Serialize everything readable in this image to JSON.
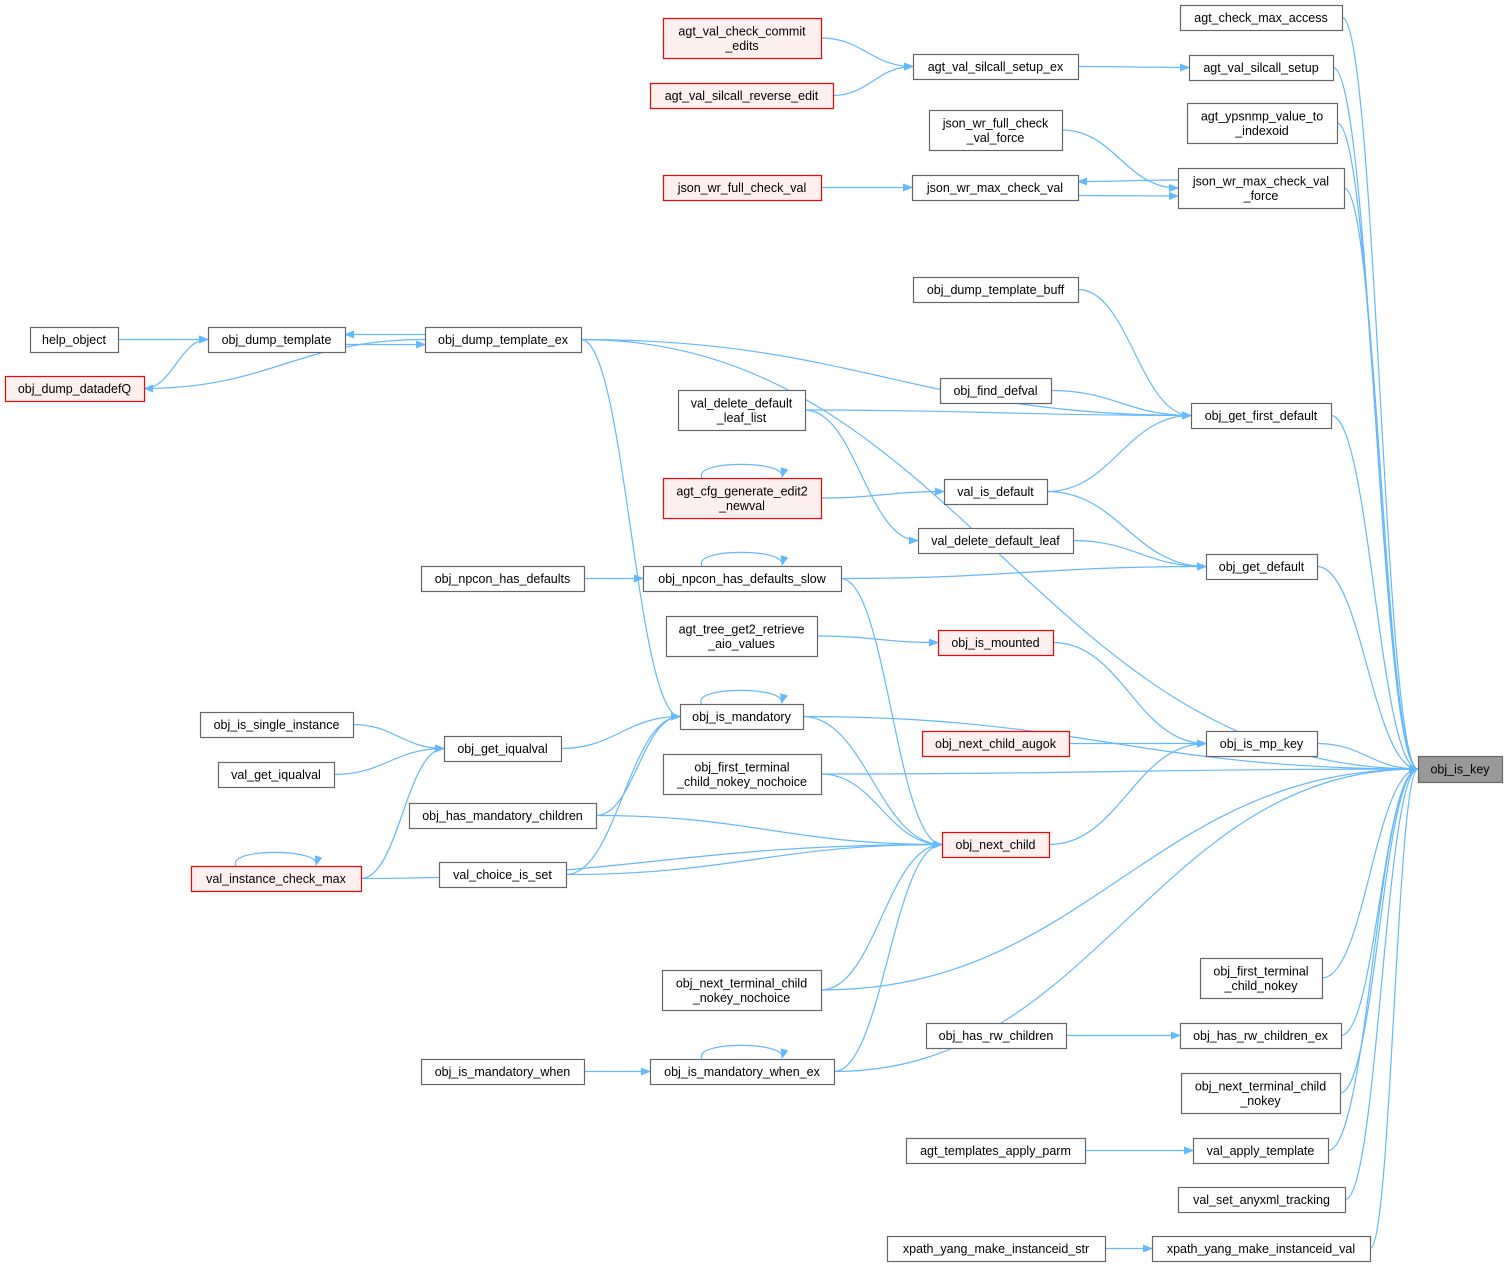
{
  "graph": {
    "root": "obj_is_key",
    "nodes": [
      {
        "id": "obj_is_key",
        "lines": [
          "obj_is_key"
        ],
        "kind": "root"
      },
      {
        "id": "agt_check_max_access",
        "lines": [
          "agt_check_max_access"
        ]
      },
      {
        "id": "agt_val_silcall_setup",
        "lines": [
          "agt_val_silcall_setup"
        ]
      },
      {
        "id": "agt_ypsnmp_value_to_indexoid",
        "lines": [
          "agt_ypsnmp_value_to",
          "_indexoid"
        ]
      },
      {
        "id": "json_wr_max_check_val_force",
        "lines": [
          "json_wr_max_check_val",
          "_force"
        ]
      },
      {
        "id": "agt_val_silcall_setup_ex",
        "lines": [
          "agt_val_silcall_setup_ex"
        ]
      },
      {
        "id": "agt_val_check_commit_edits",
        "lines": [
          "agt_val_check_commit",
          "_edits"
        ],
        "kind": "red"
      },
      {
        "id": "agt_val_silcall_reverse_edit",
        "lines": [
          "agt_val_silcall_reverse_edit"
        ],
        "kind": "red"
      },
      {
        "id": "json_wr_full_check_val_force",
        "lines": [
          "json_wr_full_check",
          "_val_force"
        ]
      },
      {
        "id": "json_wr_max_check_val",
        "lines": [
          "json_wr_max_check_val"
        ]
      },
      {
        "id": "json_wr_full_check_val",
        "lines": [
          "json_wr_full_check_val"
        ],
        "kind": "red"
      },
      {
        "id": "obj_dump_template_buff",
        "lines": [
          "obj_dump_template_buff"
        ]
      },
      {
        "id": "obj_dump_template_ex",
        "lines": [
          "obj_dump_template_ex"
        ]
      },
      {
        "id": "obj_dump_template",
        "lines": [
          "obj_dump_template"
        ]
      },
      {
        "id": "help_object",
        "lines": [
          "help_object"
        ]
      },
      {
        "id": "obj_dump_datadefQ",
        "lines": [
          "obj_dump_datadefQ"
        ],
        "kind": "red"
      },
      {
        "id": "obj_find_defval",
        "lines": [
          "obj_find_defval"
        ]
      },
      {
        "id": "val_delete_default_leaf_list",
        "lines": [
          "val_delete_default",
          "_leaf_list"
        ]
      },
      {
        "id": "obj_get_first_default",
        "lines": [
          "obj_get_first_default"
        ]
      },
      {
        "id": "agt_cfg_generate_edit2_newval",
        "lines": [
          "agt_cfg_generate_edit2",
          "_newval"
        ],
        "kind": "red"
      },
      {
        "id": "val_is_default",
        "lines": [
          "val_is_default"
        ]
      },
      {
        "id": "val_delete_default_leaf",
        "lines": [
          "val_delete_default_leaf"
        ]
      },
      {
        "id": "obj_get_default",
        "lines": [
          "obj_get_default"
        ]
      },
      {
        "id": "obj_npcon_has_defaults",
        "lines": [
          "obj_npcon_has_defaults"
        ]
      },
      {
        "id": "obj_npcon_has_defaults_slow",
        "lines": [
          "obj_npcon_has_defaults_slow"
        ]
      },
      {
        "id": "agt_tree_get2_retrieve_aio_values",
        "lines": [
          "agt_tree_get2_retrieve",
          "_aio_values"
        ]
      },
      {
        "id": "obj_is_mounted",
        "lines": [
          "obj_is_mounted"
        ],
        "kind": "red"
      },
      {
        "id": "obj_is_mandatory",
        "lines": [
          "obj_is_mandatory"
        ]
      },
      {
        "id": "obj_is_single_instance",
        "lines": [
          "obj_is_single_instance"
        ]
      },
      {
        "id": "obj_get_iqualval",
        "lines": [
          "obj_get_iqualval"
        ]
      },
      {
        "id": "val_get_iqualval",
        "lines": [
          "val_get_iqualval"
        ]
      },
      {
        "id": "obj_next_child_augok",
        "lines": [
          "obj_next_child_augok"
        ],
        "kind": "red"
      },
      {
        "id": "obj_is_mp_key",
        "lines": [
          "obj_is_mp_key"
        ]
      },
      {
        "id": "obj_first_terminal_child_nokey_nochoice",
        "lines": [
          "obj_first_terminal",
          "_child_nokey_nochoice"
        ]
      },
      {
        "id": "obj_has_mandatory_children",
        "lines": [
          "obj_has_mandatory_children"
        ]
      },
      {
        "id": "obj_next_child",
        "lines": [
          "obj_next_child"
        ],
        "kind": "red"
      },
      {
        "id": "val_choice_is_set",
        "lines": [
          "val_choice_is_set"
        ]
      },
      {
        "id": "val_instance_check_max",
        "lines": [
          "val_instance_check_max"
        ],
        "kind": "red"
      },
      {
        "id": "obj_first_terminal_child_nokey",
        "lines": [
          "obj_first_terminal",
          "_child_nokey"
        ]
      },
      {
        "id": "obj_next_terminal_child_nokey_nochoice",
        "lines": [
          "obj_next_terminal_child",
          "_nokey_nochoice"
        ]
      },
      {
        "id": "obj_has_rw_children",
        "lines": [
          "obj_has_rw_children"
        ]
      },
      {
        "id": "obj_has_rw_children_ex",
        "lines": [
          "obj_has_rw_children_ex"
        ]
      },
      {
        "id": "obj_is_mandatory_when",
        "lines": [
          "obj_is_mandatory_when"
        ]
      },
      {
        "id": "obj_is_mandatory_when_ex",
        "lines": [
          "obj_is_mandatory_when_ex"
        ]
      },
      {
        "id": "obj_next_terminal_child_nokey",
        "lines": [
          "obj_next_terminal_child",
          "_nokey"
        ]
      },
      {
        "id": "agt_templates_apply_parm",
        "lines": [
          "agt_templates_apply_parm"
        ]
      },
      {
        "id": "val_apply_template",
        "lines": [
          "val_apply_template"
        ]
      },
      {
        "id": "val_set_anyxml_tracking",
        "lines": [
          "val_set_anyxml_tracking"
        ]
      },
      {
        "id": "xpath_yang_make_instanceid_str",
        "lines": [
          "xpath_yang_make_instanceid_str"
        ]
      },
      {
        "id": "xpath_yang_make_instanceid_val",
        "lines": [
          "xpath_yang_make_instanceid_val"
        ]
      }
    ],
    "edges": [
      [
        "agt_check_max_access",
        "obj_is_key"
      ],
      [
        "agt_val_silcall_setup",
        "obj_is_key"
      ],
      [
        "agt_ypsnmp_value_to_indexoid",
        "obj_is_key"
      ],
      [
        "json_wr_max_check_val_force",
        "obj_is_key"
      ],
      [
        "agt_val_silcall_setup_ex",
        "agt_val_silcall_setup"
      ],
      [
        "agt_val_check_commit_edits",
        "agt_val_silcall_setup_ex"
      ],
      [
        "agt_val_silcall_reverse_edit",
        "agt_val_silcall_setup_ex"
      ],
      [
        "json_wr_full_check_val_force",
        "json_wr_max_check_val_force"
      ],
      [
        "json_wr_max_check_val",
        "json_wr_max_check_val_force"
      ],
      [
        "json_wr_max_check_val_force",
        "json_wr_max_check_val"
      ],
      [
        "json_wr_full_check_val",
        "json_wr_max_check_val"
      ],
      [
        "obj_dump_template_ex",
        "obj_is_key"
      ],
      [
        "obj_dump_template_buff",
        "obj_get_first_default"
      ],
      [
        "obj_dump_template_ex",
        "obj_get_first_default"
      ],
      [
        "obj_dump_template",
        "obj_dump_template_ex"
      ],
      [
        "obj_dump_template_ex",
        "obj_dump_template"
      ],
      [
        "help_object",
        "obj_dump_template"
      ],
      [
        "obj_dump_datadefQ",
        "obj_dump_template"
      ],
      [
        "obj_dump_template_ex",
        "obj_dump_datadefQ"
      ],
      [
        "obj_find_defval",
        "obj_get_first_default"
      ],
      [
        "val_delete_default_leaf_list",
        "obj_get_first_default"
      ],
      [
        "val_is_default",
        "obj_get_first_default"
      ],
      [
        "obj_get_first_default",
        "obj_is_key"
      ],
      [
        "agt_cfg_generate_edit2_newval",
        "val_is_default"
      ],
      [
        "agt_cfg_generate_edit2_newval",
        "agt_cfg_generate_edit2_newval"
      ],
      [
        "val_delete_default_leaf_list",
        "val_delete_default_leaf"
      ],
      [
        "val_is_default",
        "obj_get_default"
      ],
      [
        "val_delete_default_leaf",
        "obj_get_default"
      ],
      [
        "obj_npcon_has_defaults_slow",
        "obj_get_default"
      ],
      [
        "obj_npcon_has_defaults_slow",
        "obj_npcon_has_defaults_slow"
      ],
      [
        "obj_npcon_has_defaults",
        "obj_npcon_has_defaults_slow"
      ],
      [
        "obj_get_default",
        "obj_is_key"
      ],
      [
        "agt_tree_get2_retrieve_aio_values",
        "obj_is_mounted"
      ],
      [
        "obj_is_mounted",
        "obj_is_mp_key"
      ],
      [
        "obj_dump_template_ex",
        "obj_is_mandatory"
      ],
      [
        "obj_is_mandatory",
        "obj_is_key"
      ],
      [
        "obj_is_mandatory",
        "obj_is_mandatory"
      ],
      [
        "obj_is_single_instance",
        "obj_get_iqualval"
      ],
      [
        "val_get_iqualval",
        "obj_get_iqualval"
      ],
      [
        "obj_get_iqualval",
        "obj_is_mandatory"
      ],
      [
        "val_instance_check_max",
        "obj_get_iqualval"
      ],
      [
        "val_instance_check_max",
        "val_instance_check_max"
      ],
      [
        "obj_has_mandatory_children",
        "obj_is_mandatory"
      ],
      [
        "val_choice_is_set",
        "obj_is_mandatory"
      ],
      [
        "obj_next_child_augok",
        "obj_is_mp_key"
      ],
      [
        "obj_is_mp_key",
        "obj_is_key"
      ],
      [
        "obj_next_child",
        "obj_is_mp_key"
      ],
      [
        "obj_first_terminal_child_nokey_nochoice",
        "obj_is_key"
      ],
      [
        "obj_first_terminal_child_nokey_nochoice",
        "obj_next_child"
      ],
      [
        "obj_is_mandatory",
        "obj_next_child"
      ],
      [
        "obj_npcon_has_defaults_slow",
        "obj_next_child"
      ],
      [
        "obj_has_mandatory_children",
        "obj_next_child"
      ],
      [
        "val_choice_is_set",
        "obj_next_child"
      ],
      [
        "val_instance_check_max",
        "obj_next_child"
      ],
      [
        "obj_next_terminal_child_nokey_nochoice",
        "obj_next_child"
      ],
      [
        "obj_next_terminal_child_nokey_nochoice",
        "obj_is_key"
      ],
      [
        "obj_is_mandatory_when_ex",
        "obj_next_child"
      ],
      [
        "obj_is_mandatory_when_ex",
        "obj_is_key"
      ],
      [
        "obj_is_mandatory_when_ex",
        "obj_is_mandatory_when_ex"
      ],
      [
        "obj_is_mandatory_when",
        "obj_is_mandatory_when_ex"
      ],
      [
        "obj_first_terminal_child_nokey",
        "obj_is_key"
      ],
      [
        "obj_has_rw_children",
        "obj_has_rw_children_ex"
      ],
      [
        "obj_has_rw_children_ex",
        "obj_is_key"
      ],
      [
        "obj_next_terminal_child_nokey",
        "obj_is_key"
      ],
      [
        "agt_templates_apply_parm",
        "val_apply_template"
      ],
      [
        "val_apply_template",
        "obj_is_key"
      ],
      [
        "val_set_anyxml_tracking",
        "obj_is_key"
      ],
      [
        "xpath_yang_make_instanceid_str",
        "xpath_yang_make_instanceid_val"
      ],
      [
        "xpath_yang_make_instanceid_val",
        "obj_is_key"
      ]
    ]
  }
}
